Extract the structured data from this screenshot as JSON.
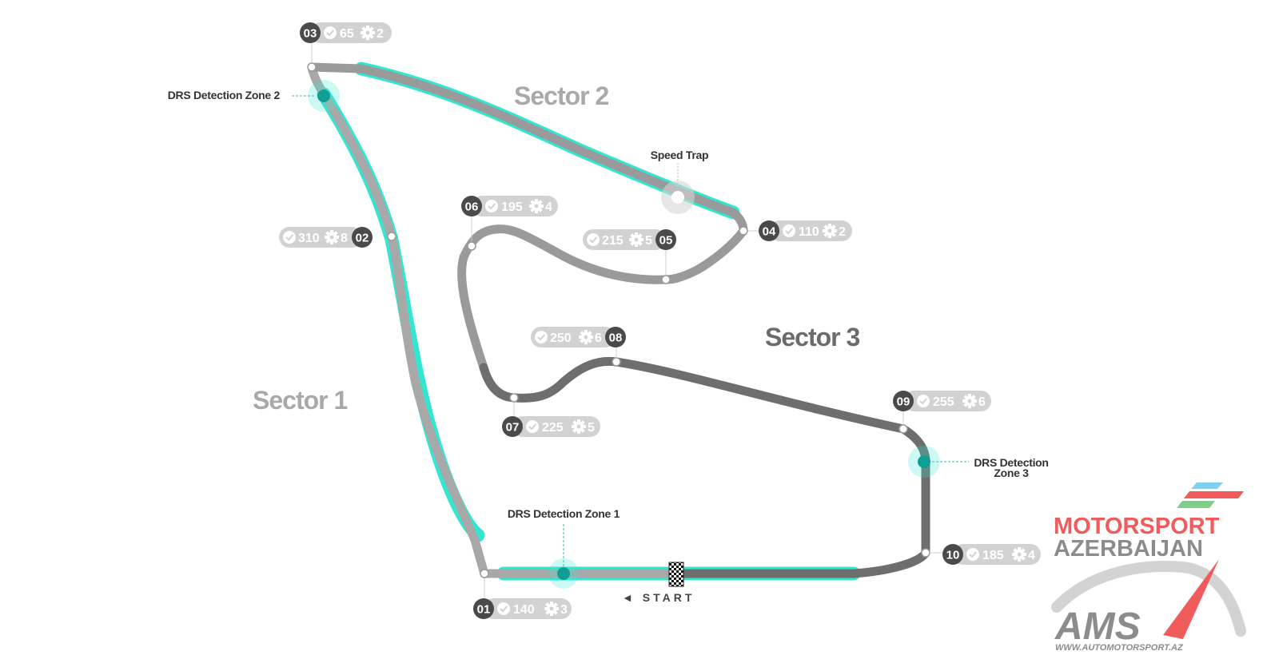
{
  "colors": {
    "drs": "#33e6d2",
    "drs_dot": "#0f9e93",
    "track_light": "#a8a8a8",
    "track_mid": "#9a9a9a",
    "track_dark": "#6e6e6e",
    "pill_bg": "#d2d2d2",
    "badge": "#4a4a4a",
    "sector12": "#a9a9a9",
    "sector3": "#6b6b6b",
    "logo_red": "#f15b5b",
    "logo_grey": "#8c8c8c"
  },
  "sectors": [
    "Sector 1",
    "Sector 2",
    "Sector 3"
  ],
  "callouts": {
    "drs1": "DRS Detection Zone 1",
    "drs2": "DRS Detection Zone 2",
    "drs3_line1": "DRS Detection",
    "drs3_line2": "Zone 3",
    "speed_trap": "Speed Trap"
  },
  "start_label": "◄ START",
  "corners": [
    {
      "num": "01",
      "speed": "140",
      "gear": "3"
    },
    {
      "num": "02",
      "speed": "310",
      "gear": "8"
    },
    {
      "num": "03",
      "speed": "65",
      "gear": "2"
    },
    {
      "num": "04",
      "speed": "110",
      "gear": "2"
    },
    {
      "num": "05",
      "speed": "215",
      "gear": "5"
    },
    {
      "num": "06",
      "speed": "195",
      "gear": "4"
    },
    {
      "num": "07",
      "speed": "225",
      "gear": "5"
    },
    {
      "num": "08",
      "speed": "250",
      "gear": "6"
    },
    {
      "num": "09",
      "speed": "255",
      "gear": "6"
    },
    {
      "num": "10",
      "speed": "185",
      "gear": "4"
    }
  ],
  "logo": {
    "line1": "MOTORSPORT",
    "line2": "AZERBAIJAN",
    "mark": "AMS",
    "url": "WWW.AUTOMOTORSPORT.AZ"
  }
}
